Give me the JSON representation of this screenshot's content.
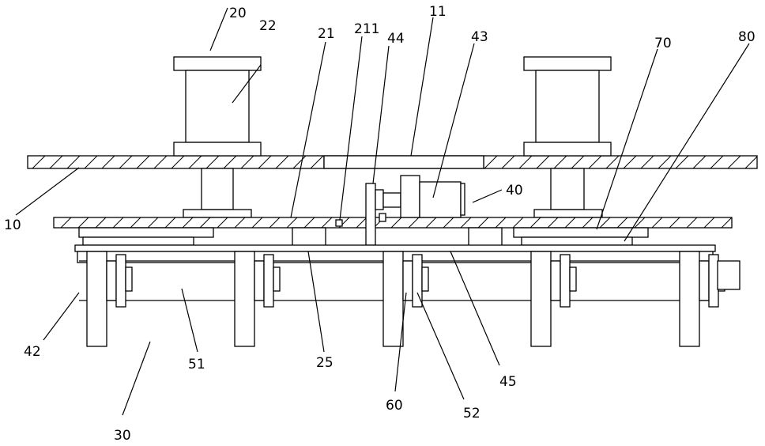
{
  "labels": {
    "l20": "20",
    "l22": "22",
    "l21": "21",
    "l211": "211",
    "l44": "44",
    "l11": "11",
    "l43": "43",
    "l70": "70",
    "l80": "80",
    "l40": "40",
    "l10": "10",
    "l42": "42",
    "l51": "51",
    "l25": "25",
    "l45": "45",
    "l60": "60",
    "l52": "52",
    "l30": "30"
  }
}
